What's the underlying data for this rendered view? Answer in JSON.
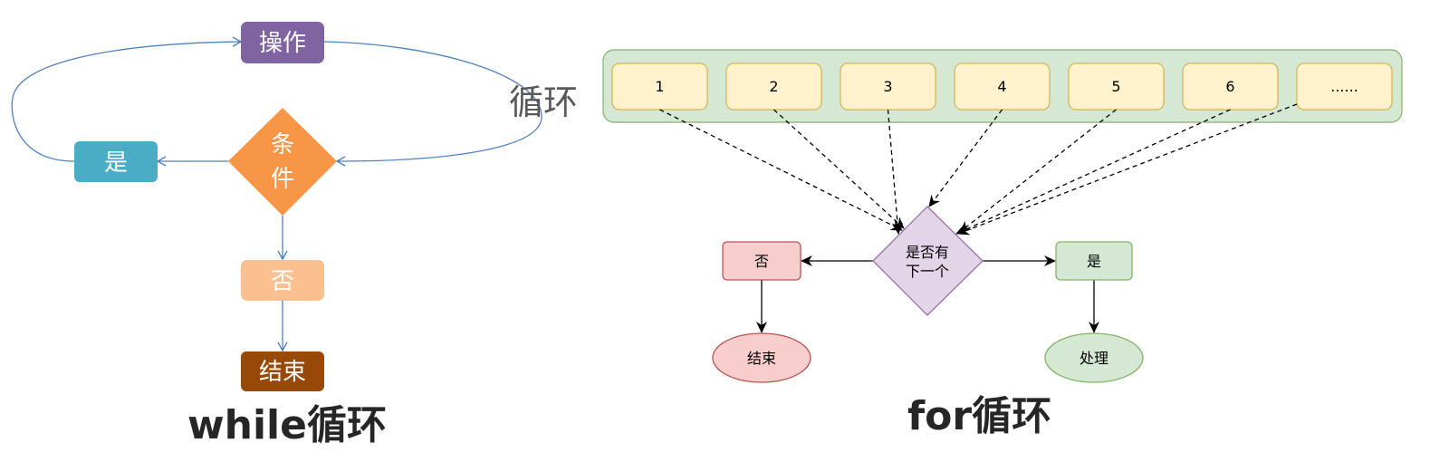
{
  "while_diagram": {
    "title": "while循环",
    "loop_label": "循环",
    "nodes": {
      "operation": {
        "label": "操作",
        "color": "#8064a2"
      },
      "condition_line1": "条",
      "condition_line2": "件",
      "condition_color": "#f79646",
      "yes": {
        "label": "是",
        "color": "#4bacc6"
      },
      "no": {
        "label": "否",
        "color": "#fac090"
      },
      "end": {
        "label": "结束",
        "color": "#984807"
      }
    },
    "edge_color": "#4f81bd"
  },
  "for_diagram": {
    "title": "for循环",
    "container_color": "#d5e8d4",
    "items": [
      "1",
      "2",
      "3",
      "4",
      "5",
      "6",
      "......"
    ],
    "item_fill": "#fff2cc",
    "item_stroke": "#d6b656",
    "decision": {
      "line1": "是否有",
      "line2": "下一个",
      "fill": "#e1d5e7",
      "stroke": "#9673a6"
    },
    "no": {
      "label": "否",
      "fill": "#f8cecc",
      "stroke": "#b85450"
    },
    "yes": {
      "label": "是",
      "fill": "#d5e8d4",
      "stroke": "#82b366"
    },
    "end": {
      "label": "结束",
      "fill": "#f8cecc",
      "stroke": "#b85450"
    },
    "process": {
      "label": "处理",
      "fill": "#d5e8d4",
      "stroke": "#82b366"
    }
  }
}
